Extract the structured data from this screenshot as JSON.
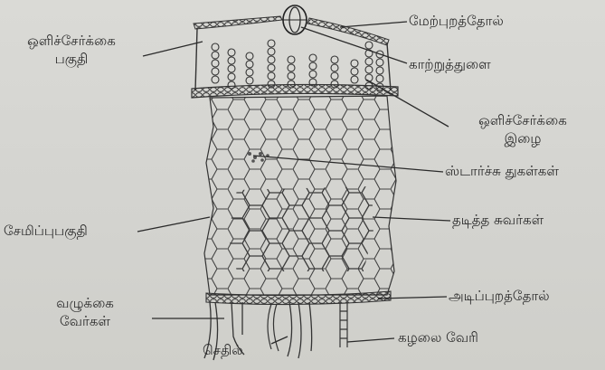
{
  "labels": {
    "upper_epidermis": "மேற்புறத்தோல்",
    "stoma": "காற்றுத்துளை",
    "photosynthetic_region_1": "ஒளிச்சேர்க்கை",
    "photosynthetic_region_2": "பகுதி",
    "chlorenchyma_1": "ஒளிச்சேர்க்கை",
    "chlorenchyma_2": "இழை",
    "starch_grains": "ஸ்டார்ச்சு துகள்கள்",
    "storage_region": "சேமிப்புபகுதி",
    "thickened_walls": "தடித்த சுவர்கள்",
    "lower_epidermis": "அடிப்புறத்தோல்",
    "root_hairs_1": "வழுக்கை",
    "root_hairs_2": "வேர்கள்",
    "scale": "செதில்",
    "rhizoid": "கழலை வேரி"
  }
}
